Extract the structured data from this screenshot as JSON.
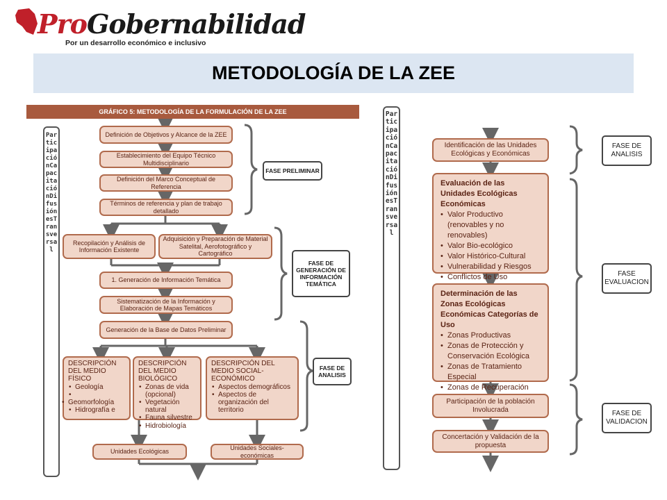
{
  "logo": {
    "brand_pro": "Pro",
    "brand_rest": "Gobernabilidad",
    "tagline": "Por un desarrollo económico e inclusivo"
  },
  "slide_title": "METODOLOGÍA DE LA ZEE",
  "left_figure": {
    "header": "GRÁFICO 5: METODOLOGÍA DE LA FORMULACIÓN DE LA ZEE",
    "side_label": "ParticipaciónCapacitaciónDifusiónesTransversal",
    "steps": {
      "s1": "Definición de Objetivos y Alcance de la ZEE",
      "s2": "Establecimiento del Equipo Técnico Multidisciplinario",
      "s3": "Definición del Marco Conceptual de Referencia",
      "s4": "Términos de referencia y plan de trabajo detallado",
      "s5": "Recopilación y Análisis de Información Existente",
      "s6": "Adquisición y Preparación de Material Satelital, Aerofotográfico y Cartográfico",
      "s7": "1. Generación de Información Temática",
      "s8": "Sistematización de la Información y Elaboración de Mapas Temáticos",
      "s9": "Generación de la Base de Datos Preliminar",
      "s10": "Unidades Ecológicas",
      "s11": "Unidades Sociales-económicas"
    },
    "desc_fisico": {
      "title": "DESCRIPCIÓN DEL MEDIO FÍSICO",
      "items": [
        "Geología",
        "",
        "Geomorfología",
        "Hidrografía e"
      ]
    },
    "desc_biologico": {
      "title": "DESCRIPCIÓN DEL MEDIO BIOLÓGICO",
      "items": [
        "Zonas de vida (opcional)",
        "Vegetación natural",
        "Fauna silvestre",
        "Hidrobiología"
      ]
    },
    "desc_social": {
      "title": "DESCRIPCIÓN DEL MEDIO SOCIAL-ECONÓMICO",
      "items": [
        "Aspectos demográficos",
        "Aspectos de organización del territorio"
      ]
    },
    "phases": {
      "preliminar": "FASE PRELIMINAR",
      "generacion": "FASE DE GENERACIÓN DE INFORMACIÓN TEMÁTICA",
      "analisis": "FASE DE ANALISIS"
    }
  },
  "right_figure": {
    "side_label": "ParticipaciónCapacitaciónDifusiónesTransversal",
    "identificacion": "Identificación de las Unidades Ecológicas y Económicas",
    "evaluacion": {
      "title": "Evaluación de las Unidades Ecológicas Económicas",
      "items": [
        "Valor Productivo (renovables y no renovables)",
        "Valor Bio-ecológico",
        "Valor Histórico-Cultural",
        "Vulnerabilidad y Riesgos",
        "Conflictos de Uso"
      ]
    },
    "determinacion": {
      "title": "Determinación de las Zonas Ecológicas Económicas Categorías de Uso",
      "items": [
        "Zonas Productivas",
        "Zonas de Protección y Conservación Ecológica",
        "Zonas de Tratamiento Especial",
        "Zonas de Recuperación"
      ]
    },
    "participacion": "Participación de la población Involucrada",
    "concertacion": "Concertación y Validación de la propuesta",
    "phases": {
      "analisis": "FASE DE ANALISIS",
      "evaluacion": "FASE EVALUACION",
      "validacion": "FASE DE VALIDACION"
    }
  },
  "colors": {
    "box_fill": "#f1d6c9",
    "box_border": "#b06a4c",
    "box_text": "#5a2314",
    "header": "#a85a3e",
    "title_bar": "#dce6f2",
    "arrows": "#666666"
  }
}
